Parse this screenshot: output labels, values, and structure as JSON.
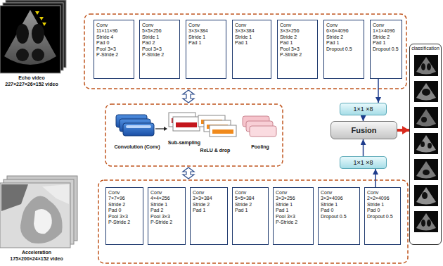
{
  "diagram": {
    "nodes": [
      {
        "text": [
          "Conv",
          "11×11×96",
          "Stride 4",
          "Pad 0",
          "Pool 3×3",
          "P-Stride 2"
        ]
      },
      {
        "text": [
          "Conv",
          "5×5×256",
          "Stride 1",
          "Pad 2",
          "Pool 3×3",
          "P-Stride 2"
        ]
      },
      {
        "text": [
          "Conv",
          "3×3×384",
          "Stride 1",
          "Pad 1"
        ]
      },
      {
        "text": [
          "Conv",
          "3×3×384",
          "Stride 1",
          "Pad 1"
        ]
      },
      {
        "text": [
          "Conv",
          "3×3×256",
          "Stride 2",
          "Pad 1",
          "Pool 3×3",
          "P-Stride 2"
        ]
      },
      {
        "text": [
          "Conv",
          "6×6×4096",
          "Stride 2",
          "Pad 1",
          "Dropout 0.5"
        ]
      },
      {
        "text": [
          "Conv",
          "1×1×4096",
          "Stride 2",
          "Pad 1",
          "Dropout 0.5"
        ]
      },
      {
        "text": [
          "1×1 ×8"
        ]
      },
      {
        "text": [
          "Fusion"
        ]
      },
      {
        "text": [
          "1×1 ×8"
        ]
      },
      {
        "text": [
          "classification"
        ]
      },
      {
        "text": [
          "Conv",
          "7×7×96",
          "Stride 2",
          "Pad 0",
          "Pool 3×3",
          "P-Stride 2"
        ]
      },
      {
        "text": [
          "Conv",
          "4×4×256",
          "Stride 1",
          "Pad 2",
          "Pool 3×3",
          "P-Stride 2"
        ]
      },
      {
        "text": [
          "Conv",
          "3×3×384",
          "Stride 2",
          "Pad 1"
        ]
      },
      {
        "text": [
          "Conv",
          "5×5×384",
          "Stride 2",
          "Pad 1"
        ]
      },
      {
        "text": [
          "Conv",
          "3×3×256",
          "Stride 1",
          "Pad 1",
          "Pool 3×3",
          "P-Stride 2"
        ]
      },
      {
        "text": [
          "Conv",
          "3×3×4096",
          "Stride 1",
          "Pad 0",
          "Dropout 0.5"
        ]
      },
      {
        "text": [
          "Conv",
          "2×2×4096",
          "Stride 1",
          "Pad 0",
          "Dropout 0.5"
        ]
      }
    ],
    "edges": [
      {
        "from": 6,
        "to": 7,
        "arrow": "to"
      },
      {
        "from": 7,
        "to": 8,
        "arrow": "to"
      },
      {
        "from": 17,
        "to": 9,
        "arrow": "to"
      },
      {
        "from": 9,
        "to": 8,
        "arrow": "to"
      },
      {
        "from": 8,
        "to": 10,
        "arrow": "to"
      }
    ],
    "labels": [
      "Echo video",
      "227×227×26×152 video",
      "Convolution (Conv)",
      "Sub-sampling",
      "ReLU & drop",
      "Pooling",
      "Acceleration",
      "175×200×24×152 video"
    ]
  }
}
